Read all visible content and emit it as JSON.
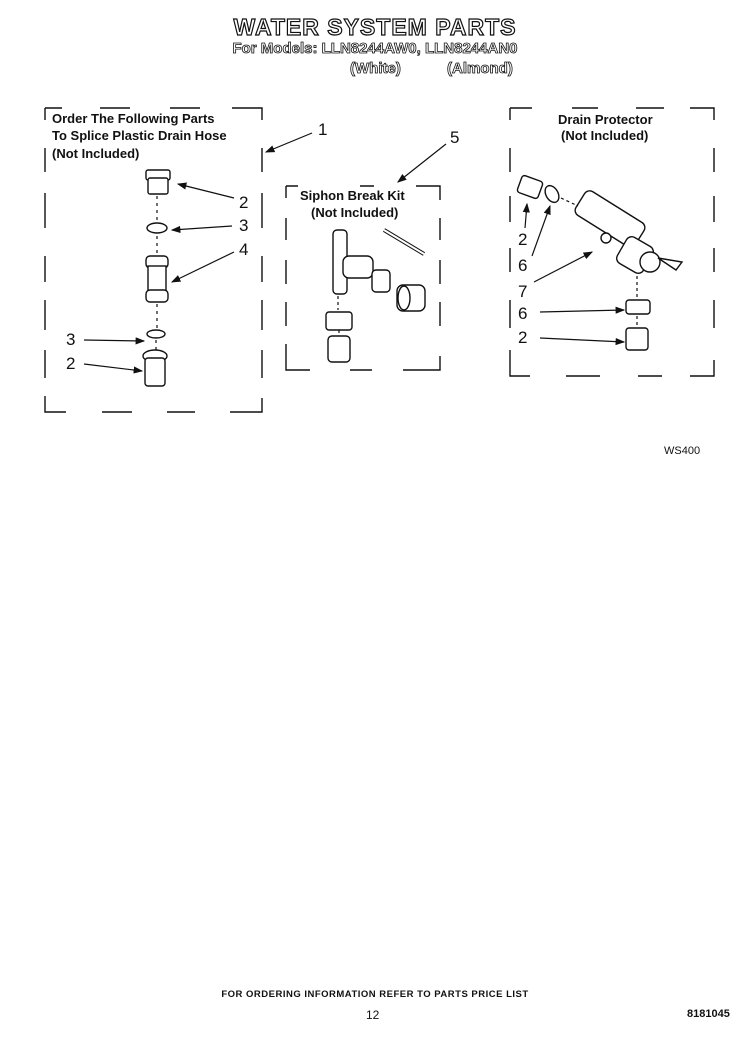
{
  "header": {
    "title": "WATER SYSTEM PARTS",
    "models": "For Models: LLN8244AW0, LLN8244AN0",
    "color_white": "(White)",
    "color_almond": "(Almond)"
  },
  "boxes": {
    "splice": {
      "line1": "Order The Following Parts",
      "line2": "To Splice Plastic Drain Hose",
      "line3": "(Not Included)"
    },
    "siphon": {
      "line1": "Siphon Break Kit",
      "line2": "(Not Included)"
    },
    "drain": {
      "line1": "Drain Protector",
      "line2": "(Not Included)"
    }
  },
  "callouts": {
    "c1": "1",
    "c5": "5",
    "s2a": "2",
    "s3a": "3",
    "s4": "4",
    "s3b": "3",
    "s2b": "2",
    "d2a": "2",
    "d6a": "6",
    "d7": "7",
    "d6b": "6",
    "d2b": "2"
  },
  "diagram_code": "WS400",
  "footer": {
    "ordering": "FOR ORDERING INFORMATION REFER TO PARTS PRICE LIST",
    "page": "12",
    "doc_number": "8181045"
  }
}
